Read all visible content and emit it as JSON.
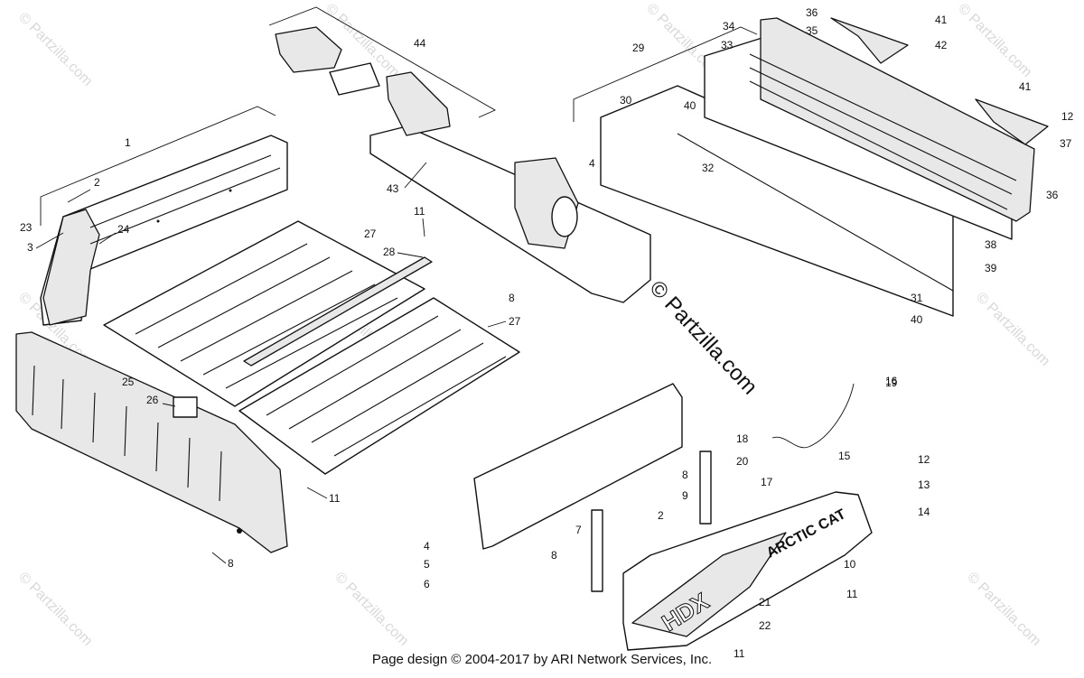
{
  "watermark": "© Partzilla.com",
  "footer_text": "Page design © 2004-2017 by ARI Network Services, Inc.",
  "brand_text": "ARCTIC CAT",
  "model_text": "HDX",
  "callouts": {
    "c1": "1",
    "c2a": "2",
    "c2b": "2",
    "c3": "3",
    "c4a": "4",
    "c4b": "4",
    "c5": "5",
    "c6": "6",
    "c7": "7",
    "c8a": "8",
    "c8b": "8",
    "c8c": "8",
    "c8d": "8",
    "c9": "9",
    "c10": "10",
    "c11a": "11",
    "c11b": "11",
    "c11c": "11",
    "c11d": "11",
    "c12a": "12",
    "c12b": "12",
    "c13": "13",
    "c14": "14",
    "c15": "15",
    "c16": "16",
    "c17": "17",
    "c18": "18",
    "c19": "19",
    "c20": "20",
    "c21": "21",
    "c22": "22",
    "c23": "23",
    "c24": "24",
    "c25": "25",
    "c26": "26",
    "c27a": "27",
    "c27b": "27",
    "c28": "28",
    "c29": "29",
    "c30": "30",
    "c31": "31",
    "c32": "32",
    "c33": "33",
    "c34": "34",
    "c35": "35",
    "c36a": "36",
    "c36b": "36",
    "c37": "37",
    "c38": "38",
    "c39": "39",
    "c40a": "40",
    "c40b": "40",
    "c41a": "41",
    "c41b": "41",
    "c42": "42",
    "c43": "43",
    "c44": "44"
  }
}
